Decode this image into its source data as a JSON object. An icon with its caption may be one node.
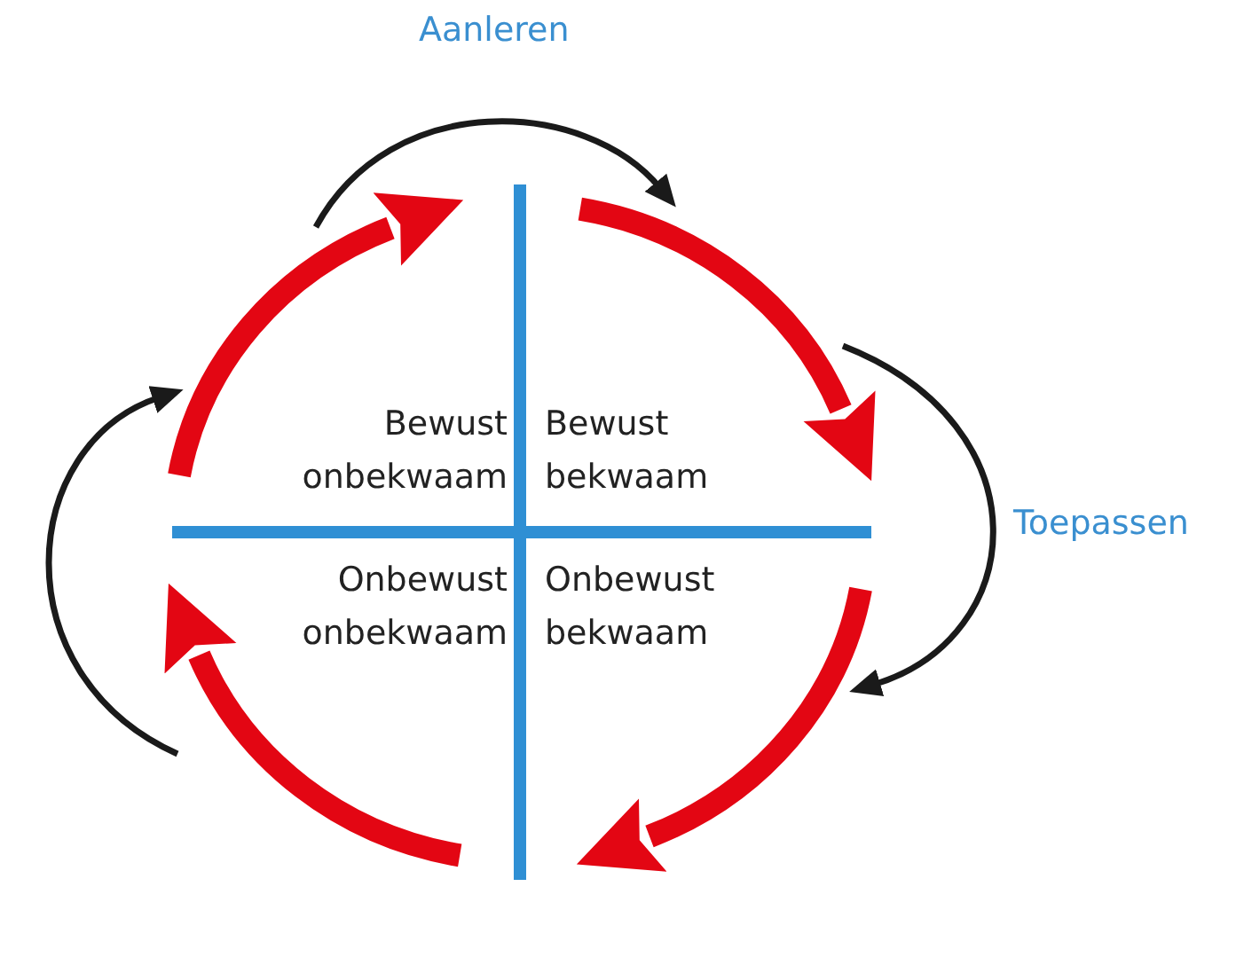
{
  "diagram": {
    "nodes": [
      {
        "text": [
          "Bewust onbekwaam"
        ]
      },
      {
        "text": [
          "Bewust bekwaam"
        ]
      },
      {
        "text": [
          "Onbewust onbekwaam"
        ]
      },
      {
        "text": [
          "Onbewust bekwaam"
        ]
      }
    ],
    "labels": [
      "Aanleren",
      "Toepassen"
    ]
  }
}
